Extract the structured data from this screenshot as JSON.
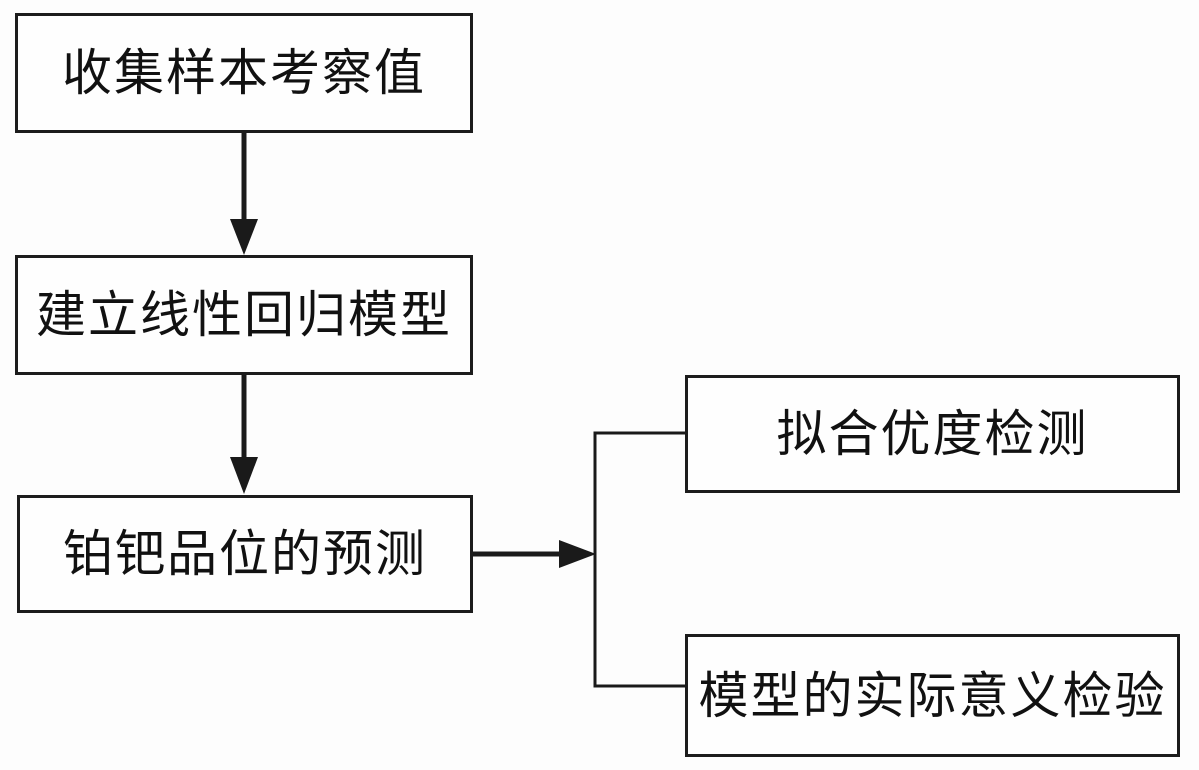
{
  "diagram": {
    "type": "flowchart",
    "background_color": "#fdfdfd",
    "line_color": "#1a1a1a",
    "box_border_color": "#1c1c1c",
    "text_color": "#111111",
    "nodes": [
      {
        "id": "collect-samples",
        "label": "收集样本考察值"
      },
      {
        "id": "build-model",
        "label": "建立线性回归模型"
      },
      {
        "id": "predict-grade",
        "label": "铂钯品位的预测"
      },
      {
        "id": "goodness-of-fit",
        "label": "拟合优度检测"
      },
      {
        "id": "practical-significance",
        "label": "模型的实际意义检验"
      }
    ],
    "edges": [
      {
        "from": "collect-samples",
        "to": "build-model",
        "style": "thick-arrow-down"
      },
      {
        "from": "build-model",
        "to": "predict-grade",
        "style": "thick-arrow-down"
      },
      {
        "from": "predict-grade",
        "to": "branch-junction",
        "style": "thick-arrow-right"
      },
      {
        "from": "branch-junction",
        "to": "goodness-of-fit",
        "style": "thin-line"
      },
      {
        "from": "branch-junction",
        "to": "practical-significance",
        "style": "thin-line"
      }
    ]
  }
}
